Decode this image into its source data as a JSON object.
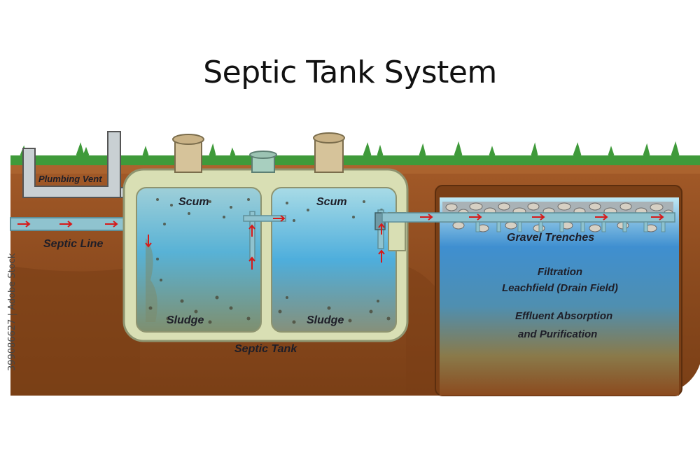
{
  "title": "Septic Tank System",
  "labels": {
    "plumbing_vent": "Plumbing Vent",
    "septic_line": "Septic Line",
    "scum_left": "Scum",
    "scum_right": "Scum",
    "sludge_left": "Sludge",
    "sludge_right": "Sludge",
    "septic_tank": "Septic Tank",
    "gravel_trenches": "Gravel Trenches",
    "filtration": "Filtration",
    "leachfield": "Leachfield (Drain Field)",
    "effluent_1": "Effluent Absorption",
    "effluent_2": "and Purification"
  },
  "side_id": "399086627 | Adobe Stock",
  "colors": {
    "soil": "#8b4a1e",
    "soil_dark": "#6e3a14",
    "grass": "#3f9a3a",
    "tank_shell": "#d9dfb4",
    "water_light": "#aee0f2",
    "water": "#3a8fc2",
    "sludge": "#7c8a6a",
    "flow_arrow": "#d61a1a",
    "pipe": "#8fc3cf"
  }
}
